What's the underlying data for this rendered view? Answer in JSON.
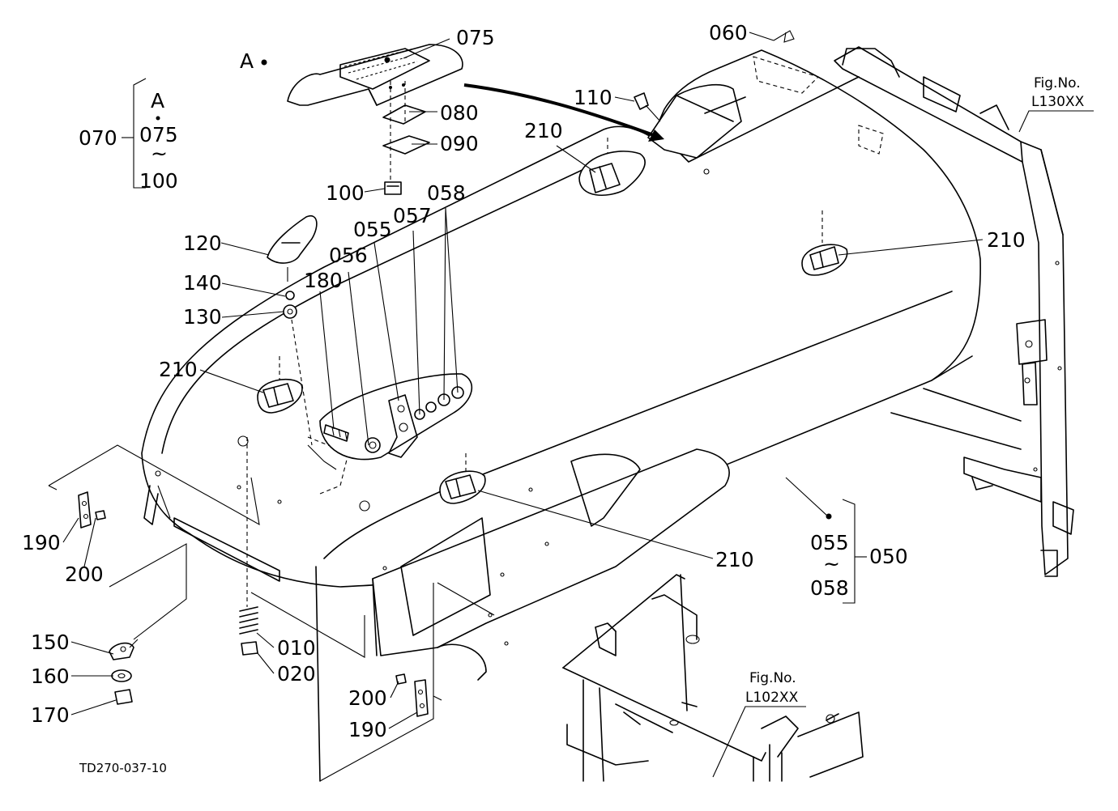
{
  "labels": {
    "p075": "075",
    "pA_top": "A",
    "p060": "060",
    "p110": "110",
    "p080": "080",
    "p090": "090",
    "p210_top": "210",
    "p070": "070",
    "pA_group": "A",
    "p075_group": "075",
    "tilde_070": "~",
    "p100_group": "100",
    "p100": "100",
    "p058": "058",
    "p057": "057",
    "p055": "055",
    "p056": "056",
    "p120": "120",
    "p180": "180",
    "p140": "140",
    "p130": "130",
    "p210_left": "210",
    "p210_right": "210",
    "p210_bottom": "210",
    "p190_left": "190",
    "p200_left": "200",
    "p150": "150",
    "p160": "160",
    "p170": "170",
    "p010": "010",
    "p020": "020",
    "p200_bottom": "200",
    "p190_bottom": "190",
    "p055_group": "055",
    "tilde_050": "~",
    "p058_group": "058",
    "p050": "050"
  },
  "fig_refs": {
    "top_right_line1": "Fig.No.",
    "top_right_line2": "L130XX",
    "bottom_line1": "Fig.No.",
    "bottom_line2": "L102XX"
  },
  "drawing_code": "TD270-037-10"
}
